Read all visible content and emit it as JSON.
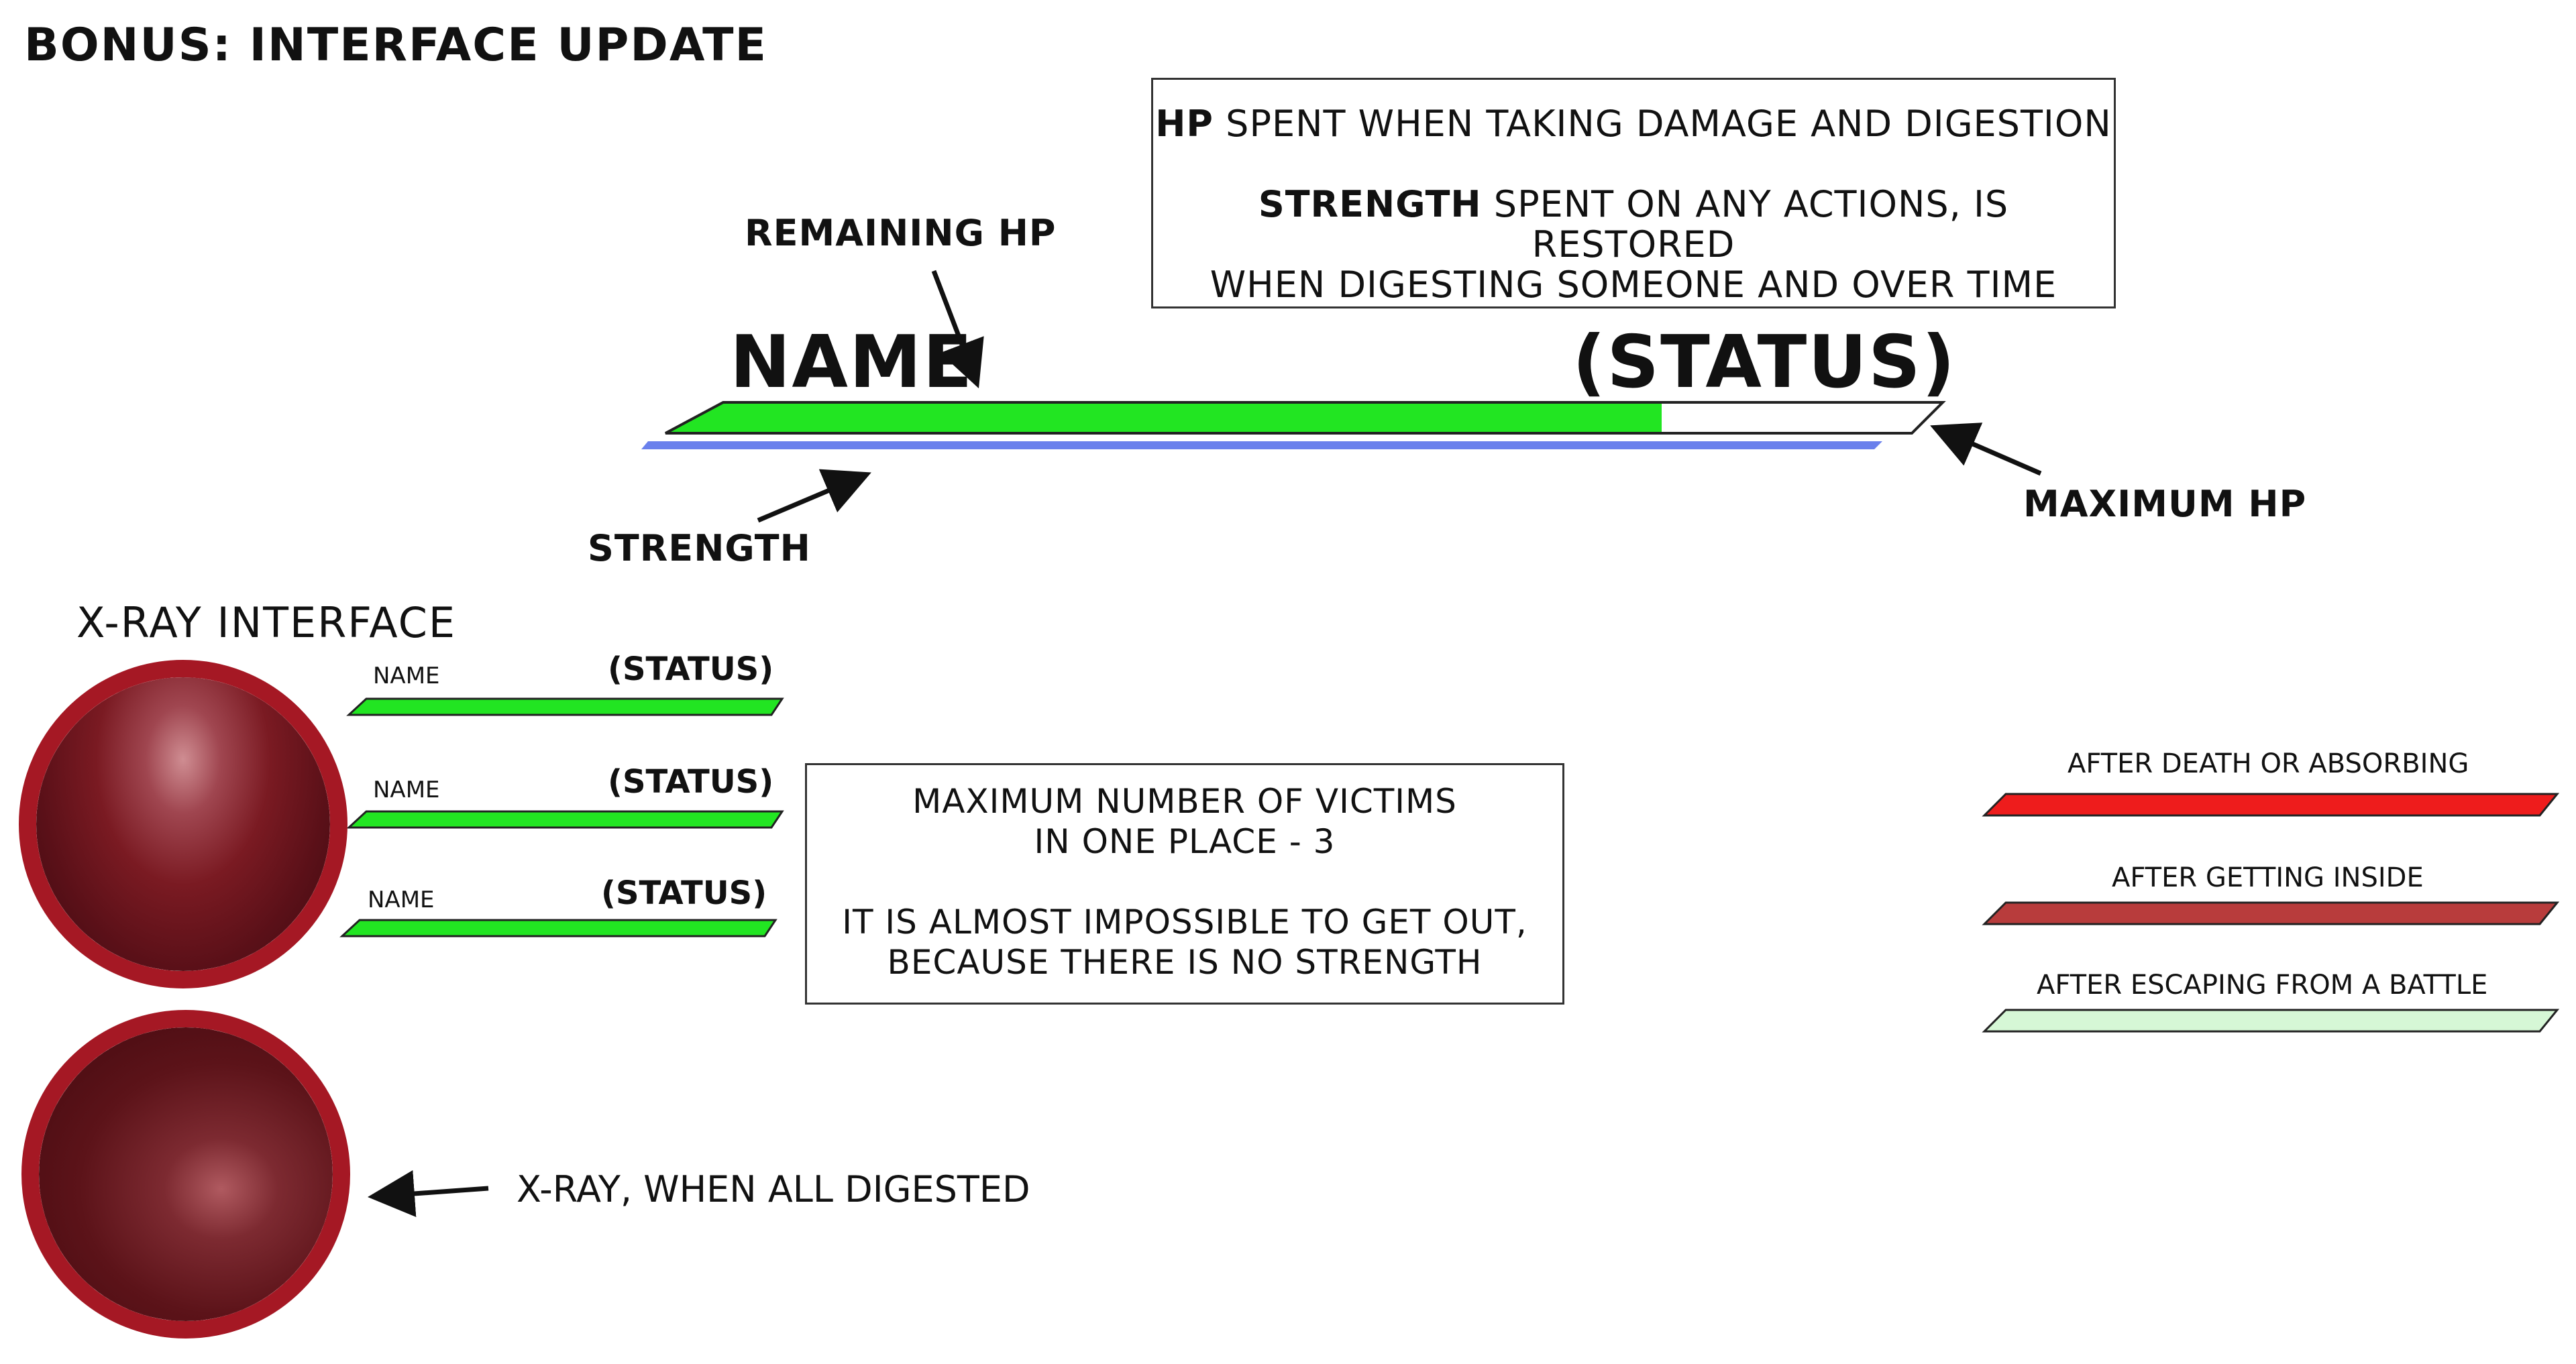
{
  "header": {
    "title": "BONUS: INTERFACE UPDATE"
  },
  "info_box_top": {
    "hp_word": "HP",
    "hp_text": "SPENT WHEN TAKING DAMAGE AND DIGESTION",
    "strength_word": "STRENGTH",
    "strength_text_line1": "SPENT ON ANY ACTIONS, IS RESTORED",
    "strength_text_line2": "WHEN DIGESTING SOMEONE AND OVER TIME"
  },
  "main_bar": {
    "name": "NAME",
    "status": "(STATUS)",
    "hp_fraction": 0.78,
    "hp_color": "#22e522",
    "strength_color": "#6a80ec"
  },
  "annotations": {
    "remaining_hp": "REMAINING HP",
    "strength": "STRENGTH",
    "maximum_hp": "MAXIMUM HP"
  },
  "xray": {
    "heading": "X-RAY INTERFACE",
    "victims": [
      {
        "name": "NAME",
        "status": "(STATUS)"
      },
      {
        "name": "NAME",
        "status": "(STATUS)"
      },
      {
        "name": "NAME",
        "status": "(STATUS)"
      }
    ],
    "info_line1": "MAXIMUM NUMBER OF VICTIMS",
    "info_line2": "IN ONE PLACE - 3",
    "info_line3": "IT IS ALMOST IMPOSSIBLE TO GET OUT,",
    "info_line4": "BECAUSE THERE IS NO STRENGTH",
    "digested_label": "X-RAY, WHEN ALL DIGESTED"
  },
  "legend": {
    "items": [
      {
        "label": "AFTER DEATH OR ABSORBING",
        "color": "#ee1c1c"
      },
      {
        "label": "AFTER GETTING INSIDE",
        "color": "#b83c3c"
      },
      {
        "label": "AFTER ESCAPING FROM A BATTLE",
        "color": "#d6f7d6"
      }
    ]
  },
  "colors": {
    "portrait_ring": "#a51824",
    "victim_bar": "#22e522",
    "outline": "#222222"
  }
}
